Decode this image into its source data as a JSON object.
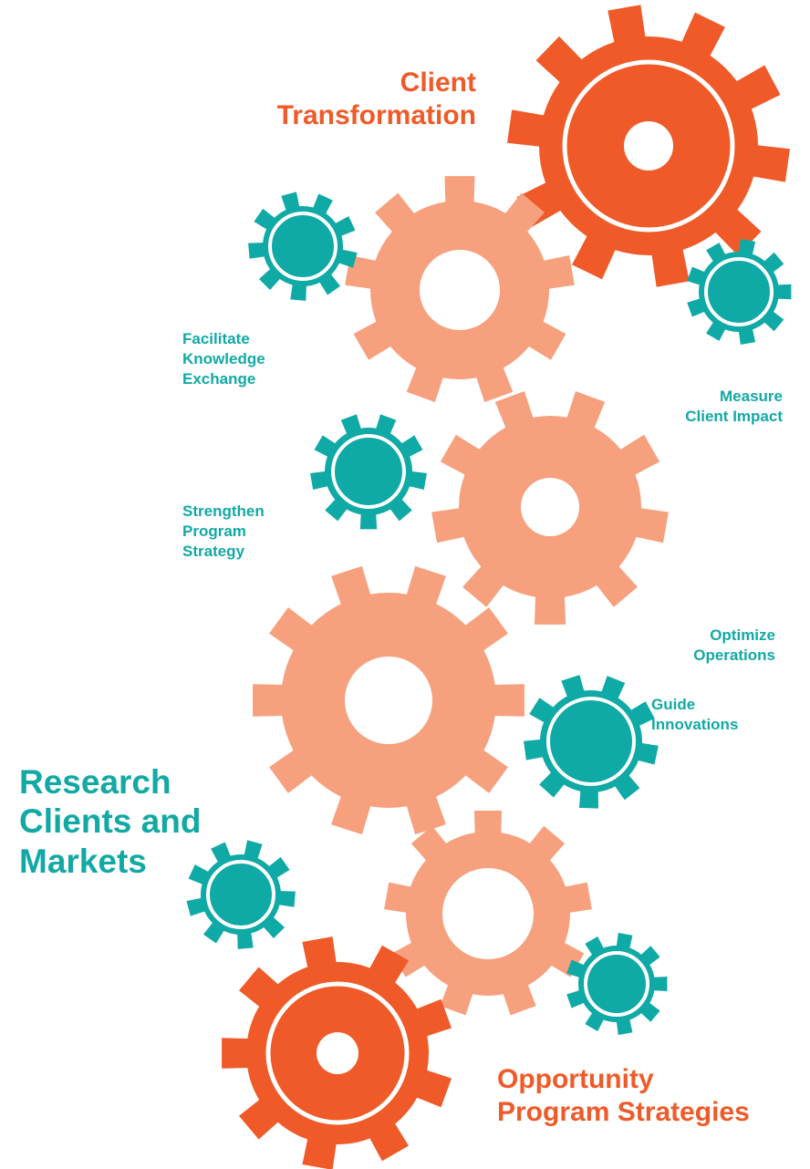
{
  "labels": {
    "client_transformation": [
      "Client",
      "Transformation"
    ],
    "measure_client_impact": [
      "Measure",
      "Client Impact"
    ],
    "facilitate_knowledge_exchange": [
      "Facilitate",
      "Knowledge",
      "Exchange"
    ],
    "strengthen_program_strategy": [
      "Strengthen",
      "Program",
      "Strategy"
    ],
    "optimize_operations": [
      "Optimize",
      "Operations"
    ],
    "research_clients_and_markets": [
      "Research",
      "Clients and",
      "Markets"
    ],
    "guide_innovations": [
      "Guide",
      "Innovations"
    ],
    "opportunity_program_strategies": [
      "Opportunity",
      "Program Strategies"
    ]
  },
  "colors": {
    "dark_orange": "#ef5a28",
    "light_salmon": "#f6a07d",
    "teal": "#0fa9a6",
    "white": "#ffffff"
  },
  "gear_styles": {
    "large_orange": "dark_orange",
    "salmon": "light_salmon",
    "small_teal": "teal"
  }
}
